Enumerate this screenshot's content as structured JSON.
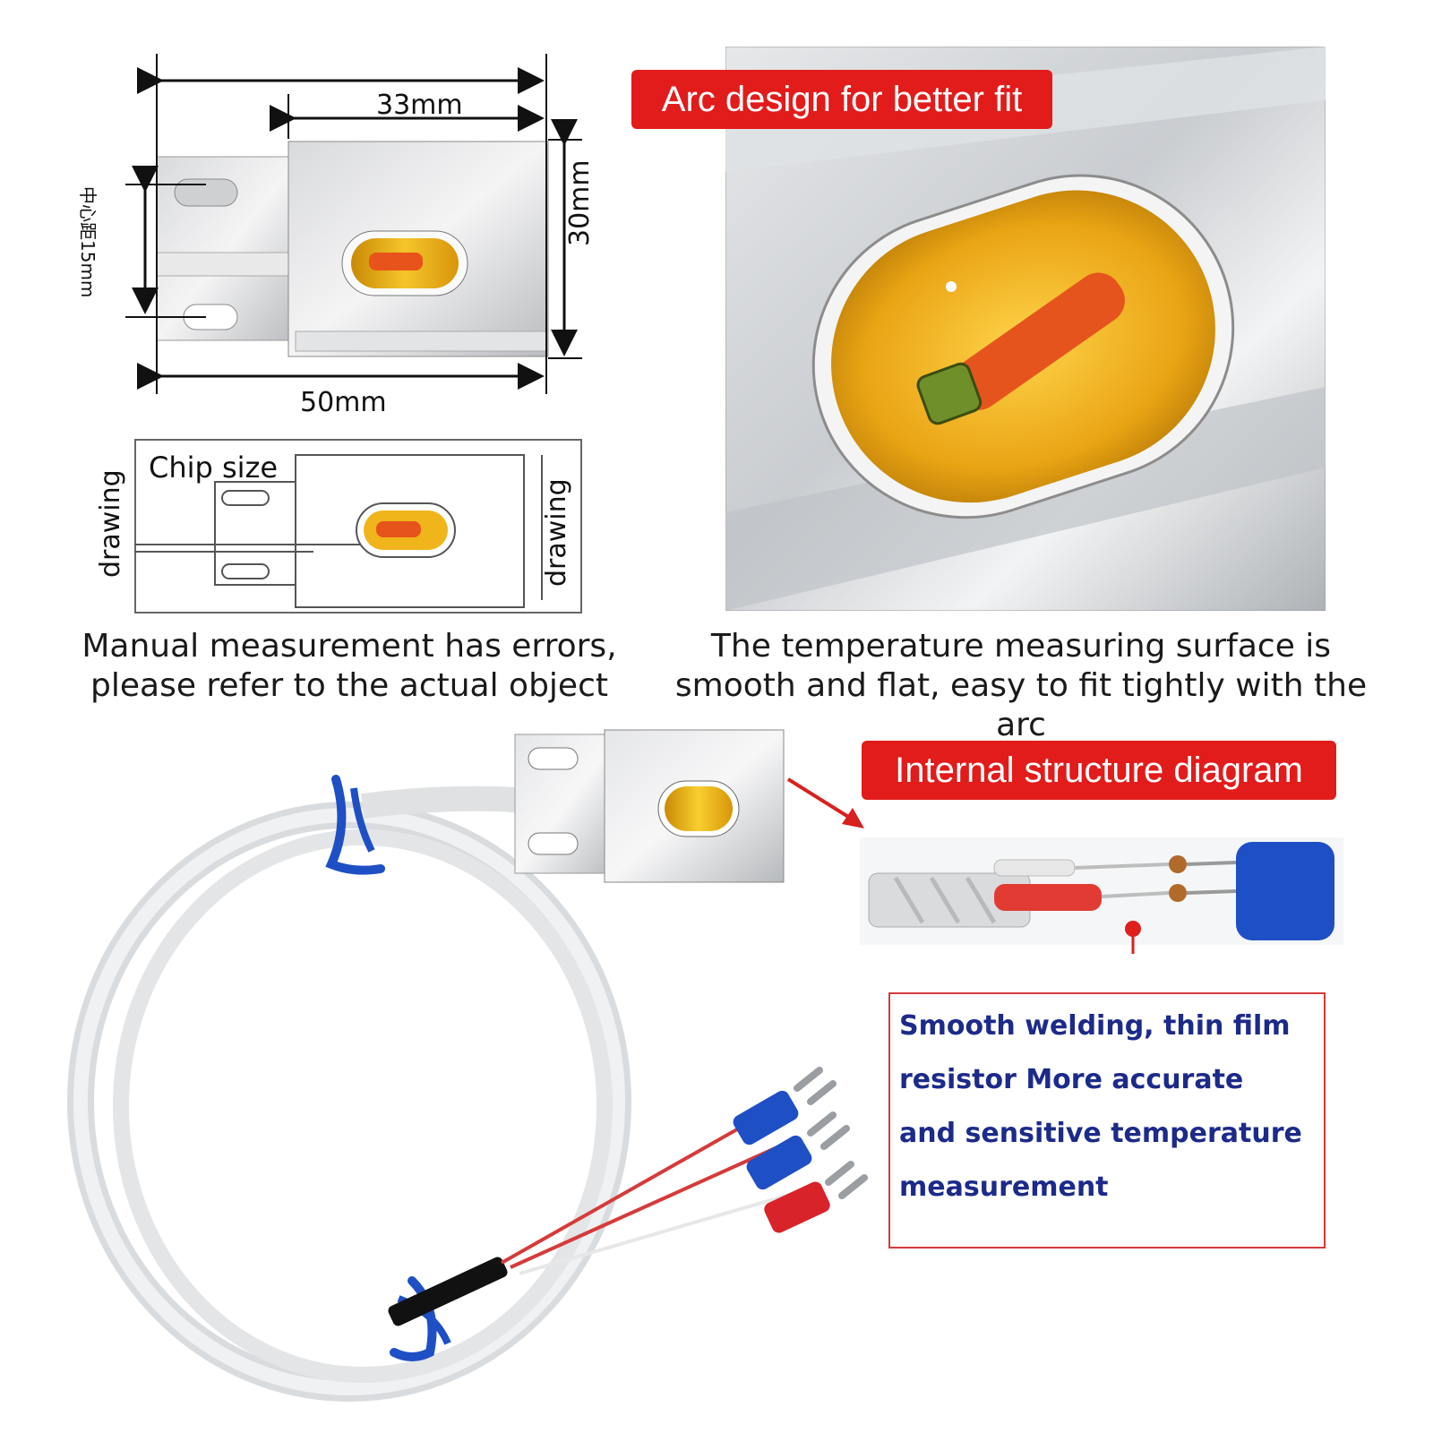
{
  "dimensions": {
    "width_33": "33mm",
    "height_30": "30mm",
    "width_50": "50mm",
    "hole_spacing": "中心距15mm"
  },
  "chip_box": {
    "title": "Chip size",
    "left_label": "drawing",
    "right_label": "drawing"
  },
  "captions": {
    "left": [
      "Manual measurement has errors,",
      "please refer to the actual object"
    ],
    "right": [
      "The temperature measuring surface is",
      "smooth and flat, easy to fit tightly with the arc"
    ]
  },
  "banners": {
    "arc": "Arc design for better fit",
    "internal": "Internal structure diagram"
  },
  "info_box": {
    "lines": [
      "Smooth welding, thin film",
      "resistor More accurate",
      "and sensitive temperature",
      "measurement"
    ]
  },
  "colors": {
    "banner_red": "#e21b1b",
    "info_text_blue": "#1c2a8a",
    "kapton_amber": "#e8a317",
    "terminal_blue": "#1f4fc4",
    "terminal_red": "#d8232a"
  },
  "icons": [
    "thermal-sensor-photo",
    "terminal-fork-icon",
    "arrow-icon"
  ]
}
